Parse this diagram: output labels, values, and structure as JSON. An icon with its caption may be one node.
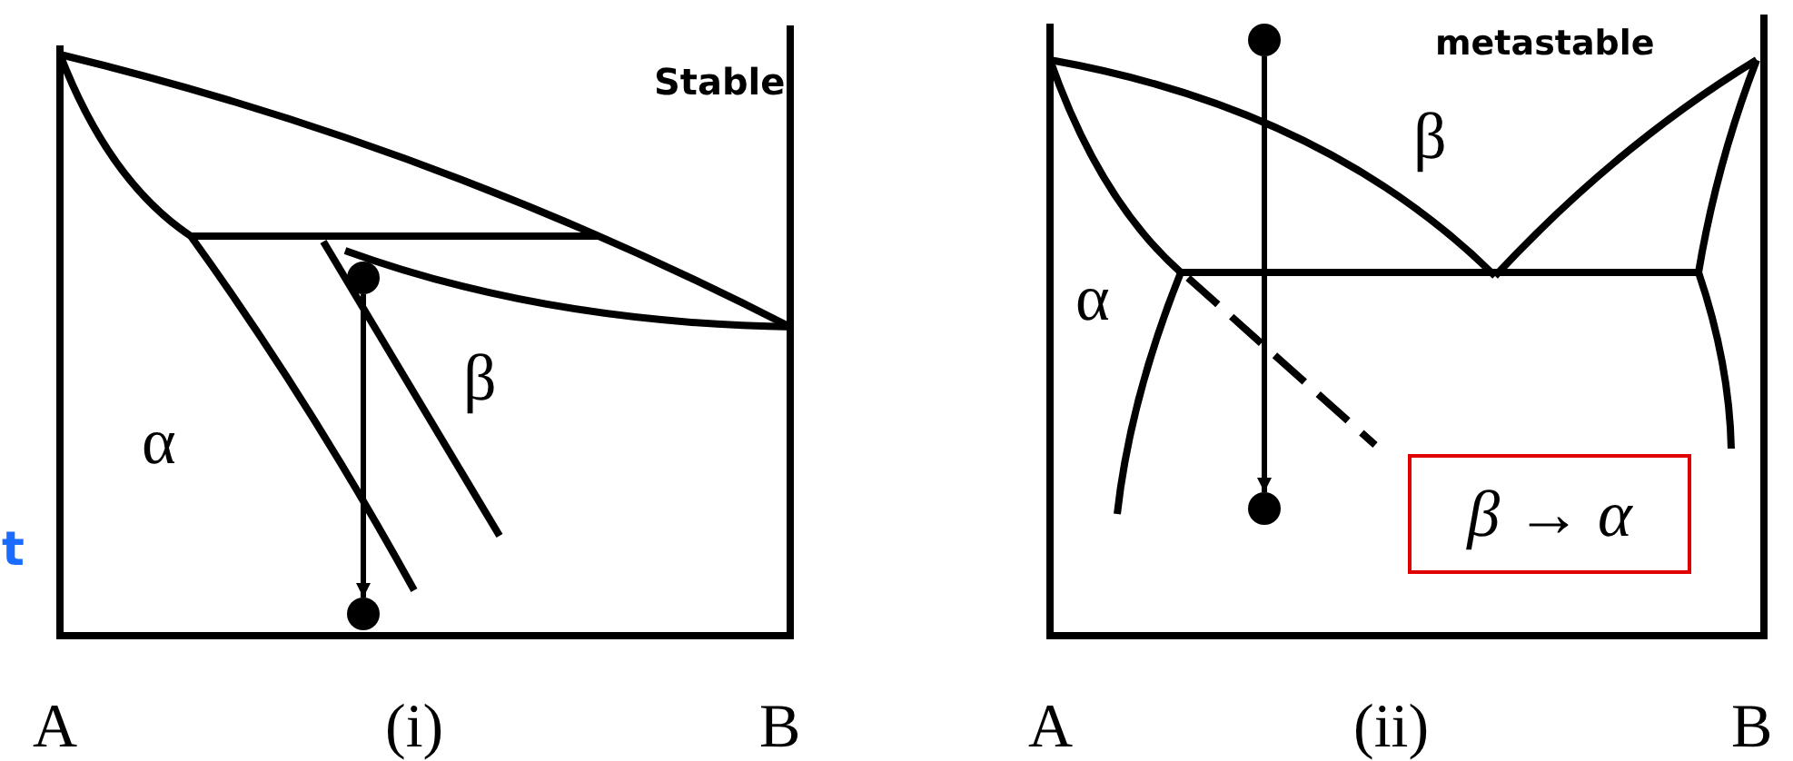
{
  "diagram": {
    "nodes": [
      {
        "text": [],
        "shape": "circle"
      },
      {
        "text": [],
        "shape": "circle"
      },
      {
        "text": [],
        "shape": "circle"
      },
      {
        "text": [],
        "shape": "circle"
      },
      {
        "text": [
          "β → α"
        ]
      }
    ],
    "edges": [
      {
        "from": 0,
        "to": 1,
        "arrow": "to"
      },
      {
        "from": 2,
        "to": 3,
        "arrow": "to"
      }
    ],
    "labels": [
      "Stable",
      "α",
      "β",
      "t",
      "A",
      "(i)",
      "B",
      "metastable",
      "β",
      "α",
      "A",
      "(ii)",
      "B"
    ]
  }
}
